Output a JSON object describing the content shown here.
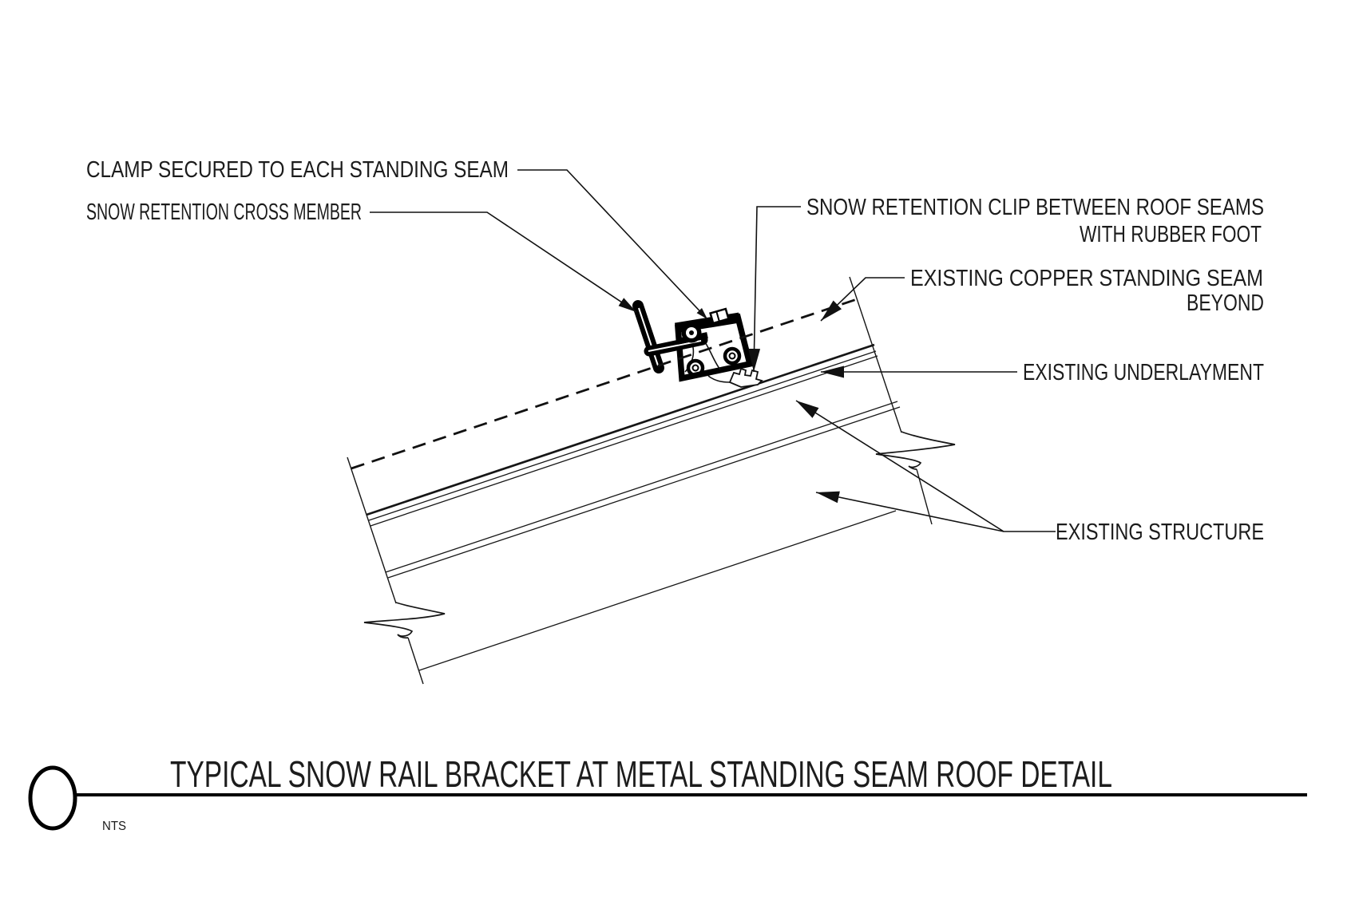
{
  "drawing": {
    "callouts": {
      "clamp": "CLAMP SECURED TO EACH STANDING SEAM",
      "cross_member": "SNOW RETENTION CROSS MEMBER",
      "clip_line1": "SNOW RETENTION CLIP BETWEEN ROOF SEAMS",
      "clip_line2": "WITH RUBBER FOOT",
      "copper_seam_line1": "EXISTING COPPER STANDING SEAM",
      "copper_seam_line2": "BEYOND",
      "underlayment": "EXISTING UNDERLAYMENT",
      "structure": "EXISTING STRUCTURE"
    },
    "title_block": {
      "title": "TYPICAL SNOW RAIL BRACKET AT METAL STANDING SEAM ROOF DETAIL",
      "scale_note": "NTS"
    },
    "colors": {
      "ink": "#111111",
      "background": "#ffffff"
    }
  }
}
